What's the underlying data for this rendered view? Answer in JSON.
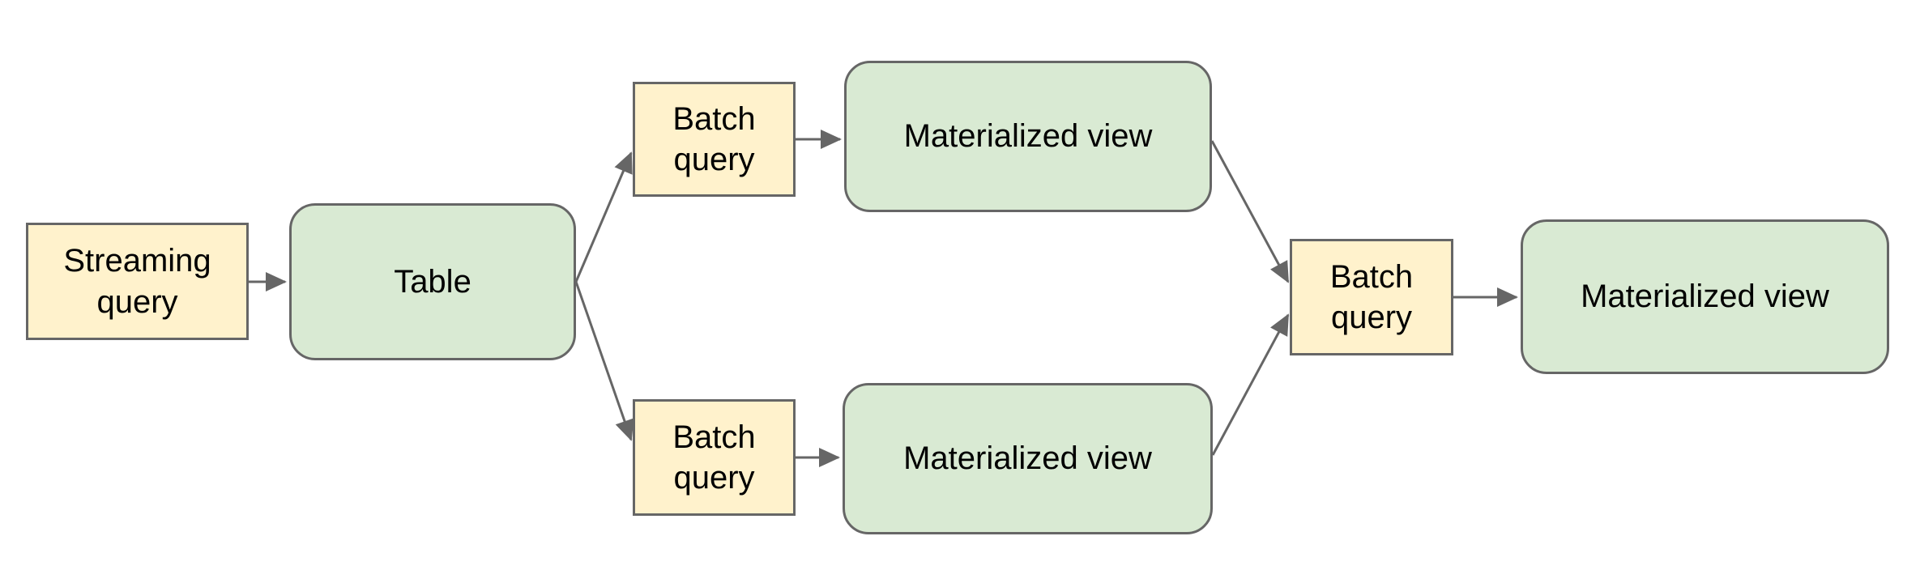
{
  "diagram": {
    "background": "#ffffff",
    "colors": {
      "query_fill": "#fff2cc",
      "store_fill": "#d9ead3",
      "stroke": "#666666",
      "text": "#000000"
    },
    "nodes": [
      {
        "id": "streaming-query",
        "label": "Streaming query",
        "kind": "query"
      },
      {
        "id": "table",
        "label": "Table",
        "kind": "store"
      },
      {
        "id": "batch-query-top",
        "label": "Batch query",
        "kind": "query"
      },
      {
        "id": "materialized-view-top",
        "label": "Materialized view",
        "kind": "store"
      },
      {
        "id": "batch-query-bottom",
        "label": "Batch query",
        "kind": "query"
      },
      {
        "id": "materialized-view-bottom",
        "label": "Materialized view",
        "kind": "store"
      },
      {
        "id": "batch-query-final",
        "label": "Batch query",
        "kind": "query"
      },
      {
        "id": "materialized-view-final",
        "label": "Materialized view",
        "kind": "store"
      }
    ],
    "edges": [
      {
        "from": "streaming-query",
        "to": "table"
      },
      {
        "from": "table",
        "to": "batch-query-top"
      },
      {
        "from": "batch-query-top",
        "to": "materialized-view-top"
      },
      {
        "from": "table",
        "to": "batch-query-bottom"
      },
      {
        "from": "batch-query-bottom",
        "to": "materialized-view-bottom"
      },
      {
        "from": "materialized-view-top",
        "to": "batch-query-final"
      },
      {
        "from": "materialized-view-bottom",
        "to": "batch-query-final"
      },
      {
        "from": "batch-query-final",
        "to": "materialized-view-final"
      }
    ]
  }
}
